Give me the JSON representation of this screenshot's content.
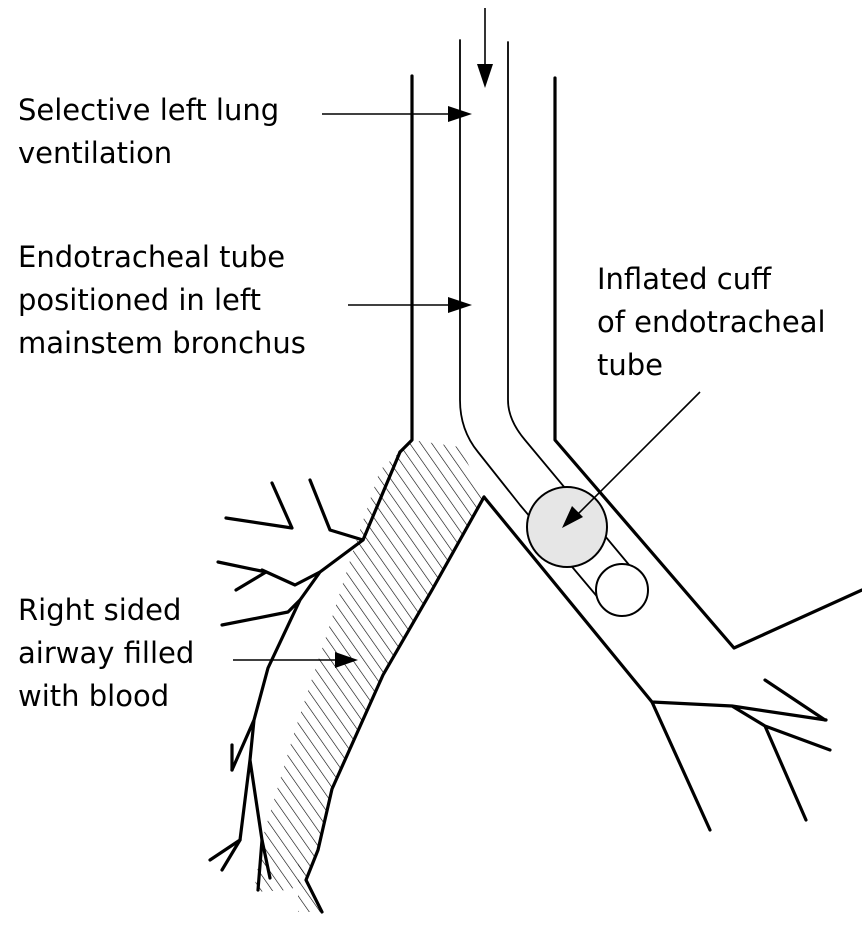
{
  "labels": {
    "selective": [
      "Selective left lung",
      "ventilation"
    ],
    "endotracheal": [
      "Endotracheal tube",
      "positioned in left",
      "mainstem bronchus"
    ],
    "cuff": [
      "Inflated cuff",
      "of endotracheal",
      "tube"
    ],
    "blood": [
      "Right sided",
      "airway filled",
      "with blood"
    ]
  },
  "colors": {
    "ink": "#000000",
    "cuff_fill": "#e6e6e6",
    "background": "#ffffff"
  }
}
